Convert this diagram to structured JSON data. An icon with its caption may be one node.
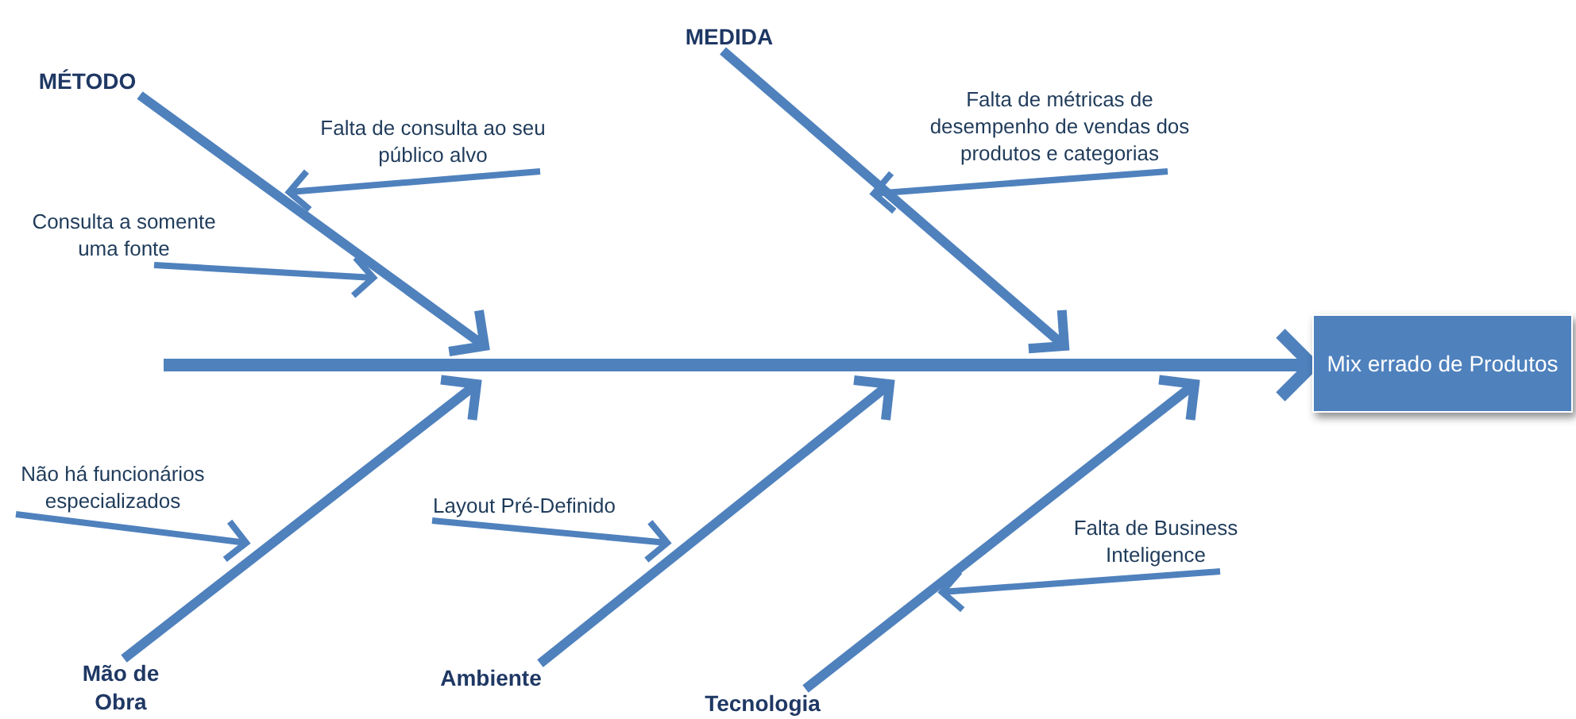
{
  "diagram": {
    "nodes": [
      {
        "text": [
          "Mix errado de Produtos"
        ]
      },
      {
        "text": [
          "MÉTODO"
        ]
      },
      {
        "text": [
          "MEDIDA"
        ]
      },
      {
        "text": [
          "Mão de Obra"
        ]
      },
      {
        "text": [
          "Ambiente"
        ]
      },
      {
        "text": [
          "Tecnologia"
        ]
      },
      {
        "text": [
          "Falta de consulta ao seu público alvo"
        ]
      },
      {
        "text": [
          "Consulta a somente uma fonte"
        ]
      },
      {
        "text": [
          "Falta de métricas de desempenho de vendas dos produtos e categorias"
        ]
      },
      {
        "text": [
          "Não há funcionários especializados"
        ]
      },
      {
        "text": [
          "Layout Pré-Definido"
        ]
      },
      {
        "text": [
          "Falta de Business Inteligence"
        ]
      }
    ],
    "edges": [
      {
        "from": null,
        "to": 0,
        "arrow": "to",
        "style": "thick"
      },
      {
        "from": 1,
        "to": null,
        "arrow": "to"
      },
      {
        "from": 2,
        "to": null,
        "arrow": "to"
      },
      {
        "from": 3,
        "to": null,
        "arrow": "to"
      },
      {
        "from": 4,
        "to": null,
        "arrow": "to"
      },
      {
        "from": 5,
        "to": null,
        "arrow": "to"
      },
      {
        "from": 6,
        "to": null,
        "arrow": "to"
      },
      {
        "from": 7,
        "to": null,
        "arrow": "to"
      },
      {
        "from": 8,
        "to": null,
        "arrow": "to"
      },
      {
        "from": 9,
        "to": null,
        "arrow": "to"
      },
      {
        "from": 10,
        "to": null,
        "arrow": "to"
      },
      {
        "from": 11,
        "to": null,
        "arrow": "to"
      }
    ]
  }
}
